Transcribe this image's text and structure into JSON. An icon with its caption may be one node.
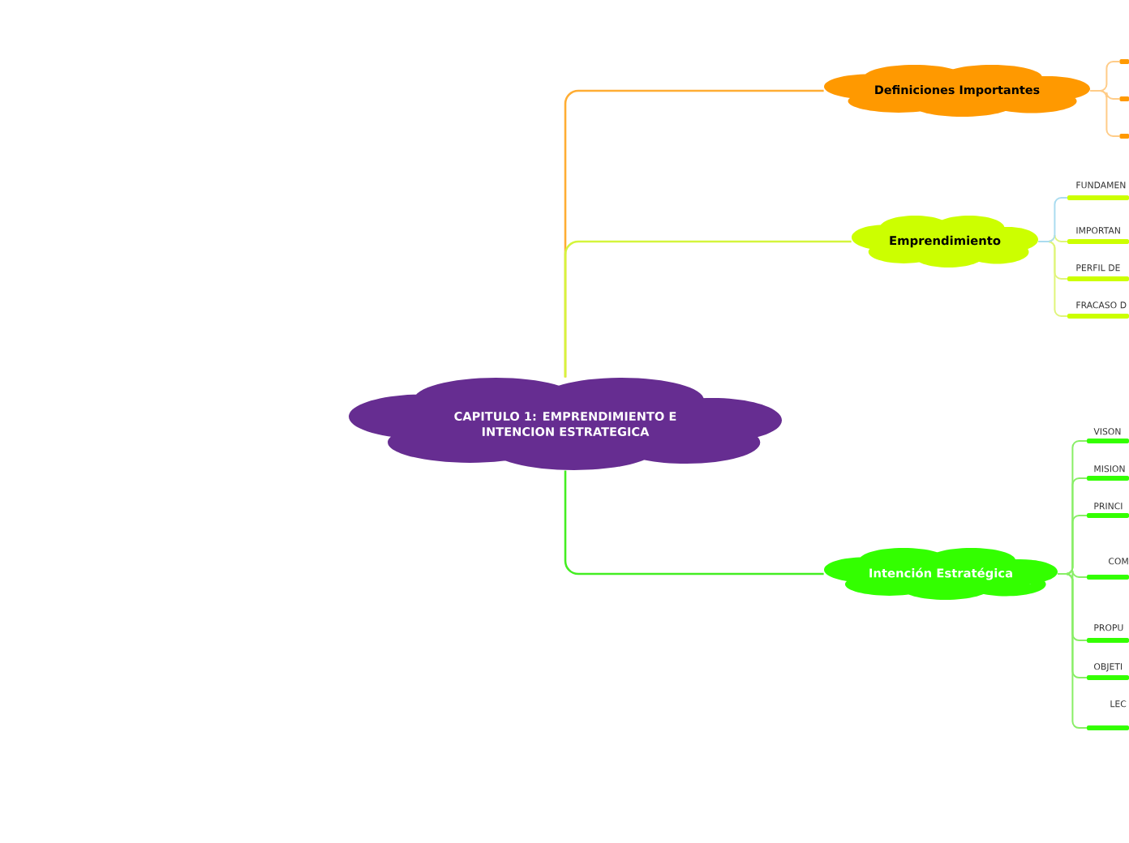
{
  "diagram": {
    "nodes": [
      {
        "text": [
          "CAPITULO 1: EMPRENDIMIENTO E INTENCION ESTRATEGICA"
        ]
      },
      {
        "text": [
          "Definiciones Importantes"
        ]
      },
      {
        "text": [
          "Emprendimiento"
        ]
      },
      {
        "text": [
          "Intención Estratégica"
        ]
      },
      {
        "text": [],
        "shape": "bar"
      },
      {
        "text": [],
        "shape": "bar"
      },
      {
        "text": [],
        "shape": "bar"
      },
      {
        "text": [
          "FUNDAMEN"
        ]
      },
      {
        "text": [
          "IMPORTAN"
        ]
      },
      {
        "text": [
          "PERFIL DE"
        ]
      },
      {
        "text": [
          "FRACASO D"
        ]
      },
      {
        "text": [
          "VISON"
        ]
      },
      {
        "text": [
          "MISION"
        ]
      },
      {
        "text": [
          "PRINCI"
        ]
      },
      {
        "text": [
          "COM"
        ]
      },
      {
        "text": [
          "PROPU"
        ]
      },
      {
        "text": [
          "OBJETI"
        ]
      },
      {
        "text": [
          "LEC"
        ]
      }
    ],
    "edges": [
      {
        "from": 0,
        "to": 1,
        "arrow": "none",
        "color": "#ffad33"
      },
      {
        "from": 0,
        "to": 2,
        "arrow": "none",
        "color": "#d4f53c"
      },
      {
        "from": 0,
        "to": 3,
        "arrow": "none",
        "color": "#44ee22"
      },
      {
        "from": 1,
        "to": 4,
        "arrow": "none",
        "color": "#ffcc88"
      },
      {
        "from": 1,
        "to": 5,
        "arrow": "none",
        "color": "#ffcc88"
      },
      {
        "from": 1,
        "to": 6,
        "arrow": "none",
        "color": "#ffcc88"
      },
      {
        "from": 2,
        "to": 7,
        "arrow": "none",
        "color": "#aadcf0"
      },
      {
        "from": 2,
        "to": 8,
        "arrow": "none",
        "color": "#e0f57a"
      },
      {
        "from": 2,
        "to": 9,
        "arrow": "none",
        "color": "#e0f57a"
      },
      {
        "from": 2,
        "to": 10,
        "arrow": "none",
        "color": "#e0f57a"
      },
      {
        "from": 3,
        "to": 11,
        "arrow": "none",
        "color": "#88ee66"
      },
      {
        "from": 3,
        "to": 12,
        "arrow": "none",
        "color": "#88ee66"
      },
      {
        "from": 3,
        "to": 13,
        "arrow": "none",
        "color": "#88ee66"
      },
      {
        "from": 3,
        "to": 14,
        "arrow": "none",
        "color": "#88ee66"
      },
      {
        "from": 3,
        "to": 15,
        "arrow": "none",
        "color": "#88ee66"
      },
      {
        "from": 3,
        "to": 16,
        "arrow": "none",
        "color": "#88ee66"
      },
      {
        "from": 3,
        "to": 17,
        "arrow": "none",
        "color": "#88ee66"
      }
    ]
  }
}
